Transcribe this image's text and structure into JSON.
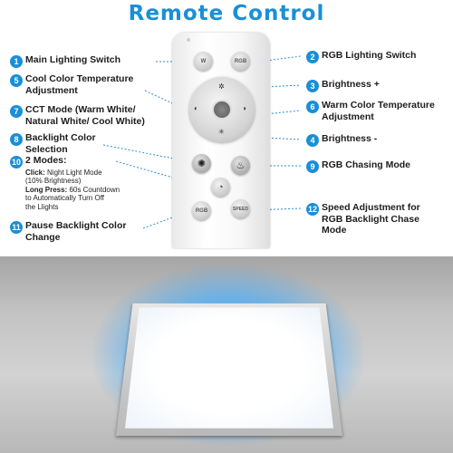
{
  "title": "Remote Control",
  "callouts": {
    "c1": {
      "num": "1",
      "label": "Main Lighting Switch"
    },
    "c2": {
      "num": "2",
      "label": "RGB Lighting Switch"
    },
    "c3": {
      "num": "3",
      "label": "Brightness +"
    },
    "c4": {
      "num": "4",
      "label": "Brightness -"
    },
    "c5": {
      "num": "5",
      "label_1": "Cool Color Temperature",
      "label_2": "Adjustment"
    },
    "c6": {
      "num": "6",
      "label_1": "Warm Color Temperature",
      "label_2": "Adjustment"
    },
    "c7": {
      "num": "7",
      "label_1": "CCT Mode (Warm White/",
      "label_2": "Natural White/ Cool White)"
    },
    "c8": {
      "num": "8",
      "label_1": "Backlight Color",
      "label_2": "Selection"
    },
    "c9": {
      "num": "9",
      "label": "RGB Chasing Mode"
    },
    "c10": {
      "num": "10",
      "label": "2 Modes:",
      "click_label": "Click:",
      "click_text": "Night Light Mode",
      "click_text_2": "(10% Brightness)",
      "press_label": "Long Press:",
      "press_text": "60s Countdown",
      "press_text_2": "to Automatically Turn Off",
      "press_text_3": "the Llights"
    },
    "c11": {
      "num": "11",
      "label_1": "Pause Backlight Color",
      "label_2": "Change"
    },
    "c12": {
      "num": "12",
      "label_1": "Speed Adjustment for",
      "label_2": "RGB Backlight Chase",
      "label_3": "Mode"
    }
  },
  "remote_buttons": {
    "main_switch": "W",
    "rgb_switch": "RGB",
    "pause": "RGB",
    "speed": "SPEED"
  },
  "colors": {
    "accent": "#1a8fd6",
    "glow": "#3caaff"
  }
}
